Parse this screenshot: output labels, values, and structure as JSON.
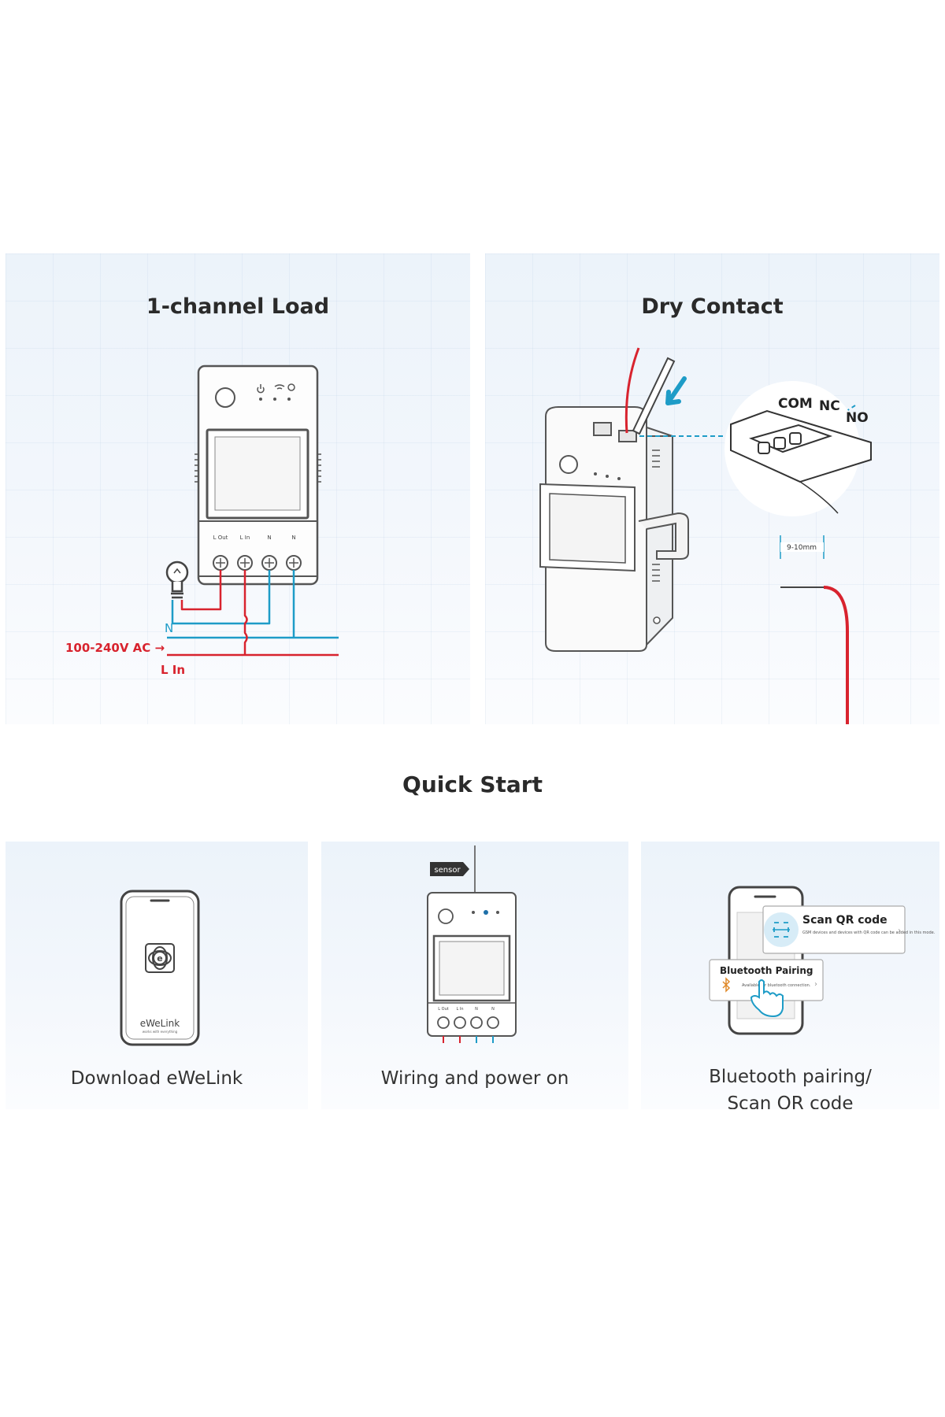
{
  "panels": {
    "load": {
      "title": "1-channel Load",
      "terminals": [
        "L Out",
        "L In",
        "N",
        "N"
      ],
      "wire_labels": {
        "neutral": "N",
        "supply": "100-240V AC →",
        "line_in": "L In"
      }
    },
    "dry_contact": {
      "title": "Dry Contact",
      "contacts": [
        "COM",
        "NC",
        "NO"
      ],
      "strip_length": "9-10mm"
    }
  },
  "quick_start": {
    "title": "Quick Start",
    "steps": [
      {
        "caption": "Download eWeLink",
        "app_name": "eWeLink",
        "app_tagline": "works with everything"
      },
      {
        "caption": "Wiring and power on",
        "tag": "sensor",
        "terminals": [
          "L Out",
          "L In",
          "N",
          "N"
        ]
      },
      {
        "caption_line1": "Bluetooth pairing/",
        "caption_line2": "Scan QR code",
        "qr_title": "Scan QR code",
        "qr_text": "GSM devices and devices with QR code can be added in this mode.",
        "bt_title": "Bluetooth Pairing",
        "bt_text": "Available for bluetooth connection."
      }
    ]
  },
  "colors": {
    "live_wire": "#d8232e",
    "neutral_wire": "#1e9cc7",
    "device_outline": "#555555",
    "panel_bg": "#eef4fa"
  }
}
